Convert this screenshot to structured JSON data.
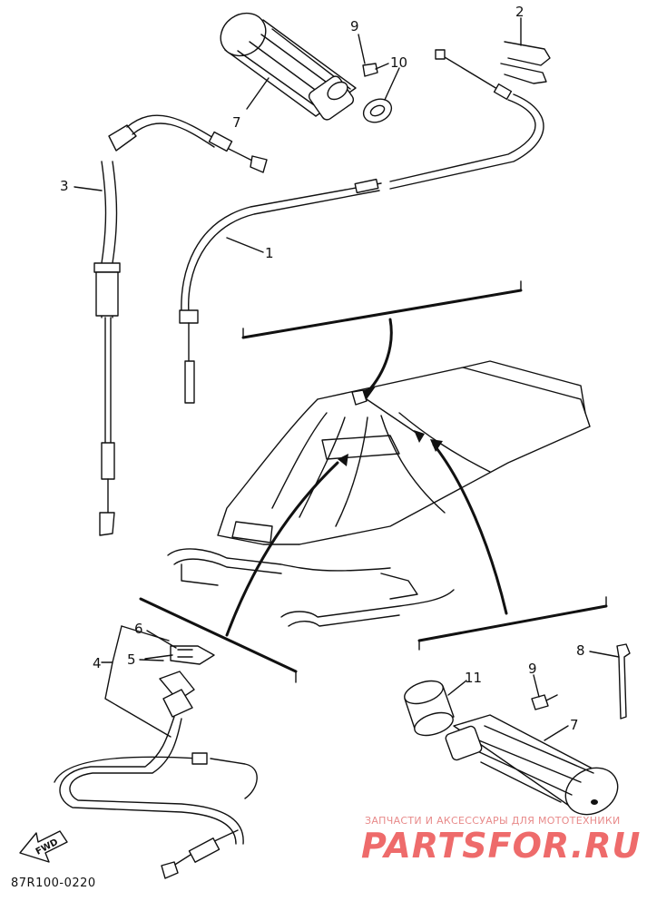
{
  "callouts": [
    {
      "id": "c1",
      "text": "1"
    },
    {
      "id": "c2",
      "text": "2"
    },
    {
      "id": "c3",
      "text": "3"
    },
    {
      "id": "c4",
      "text": "4"
    },
    {
      "id": "c5",
      "text": "5"
    },
    {
      "id": "c6",
      "text": "6"
    },
    {
      "id": "c7a",
      "text": "7"
    },
    {
      "id": "c7b",
      "text": "7"
    },
    {
      "id": "c8",
      "text": "8"
    },
    {
      "id": "c9a",
      "text": "9"
    },
    {
      "id": "c9b",
      "text": "9"
    },
    {
      "id": "c10",
      "text": "10"
    },
    {
      "id": "c11",
      "text": "11"
    }
  ],
  "fwd_label": "FWD",
  "drawing_code": "87R100-0220",
  "watermark": {
    "tagline": "ЗАПЧАСТИ И АКСЕССУАРЫ ДЛЯ МОТОТЕХНИКИ",
    "logo_text": "PARTSFOR.RU"
  }
}
